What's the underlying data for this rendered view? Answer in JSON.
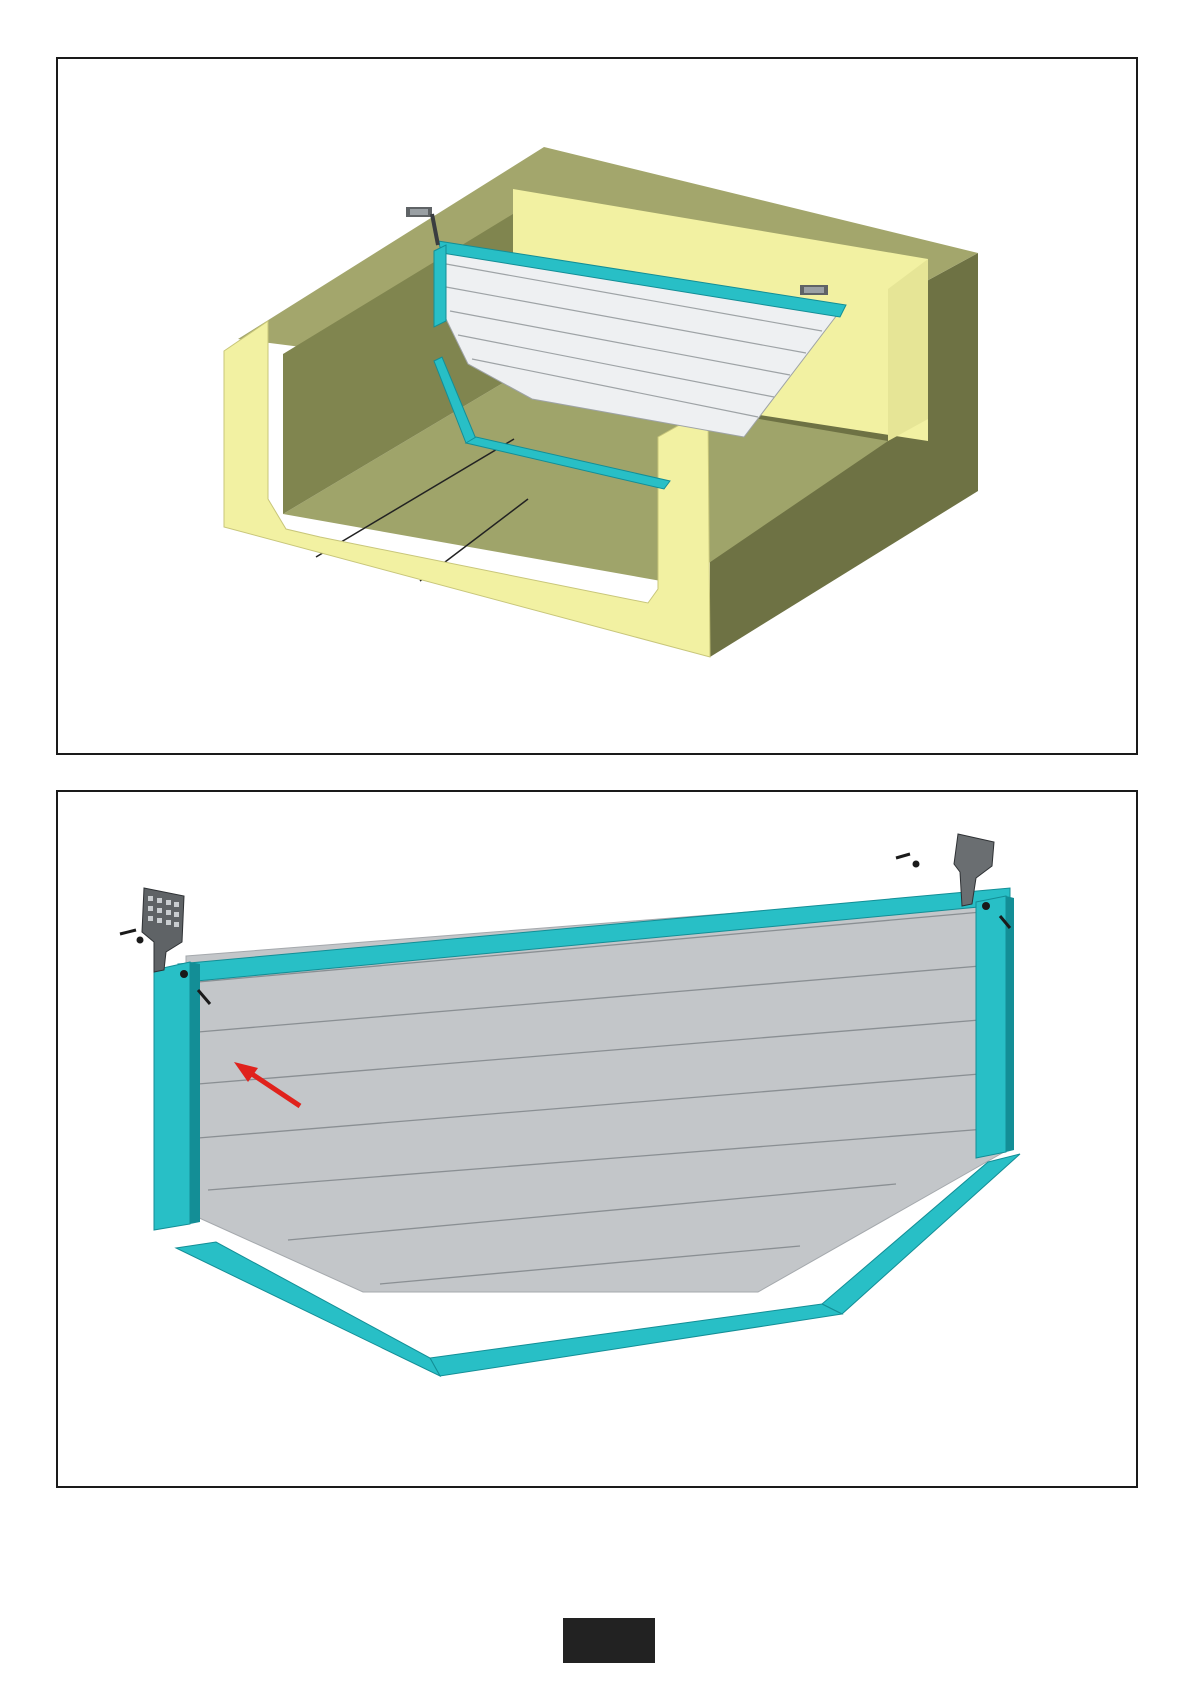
{
  "document": {
    "figures": [
      {
        "id": "pool-overview",
        "callouts": []
      },
      {
        "id": "wall-panel-detail",
        "callouts": [
          {
            "type": "arrow",
            "color": "#e0221c",
            "points_to": "corner-screw"
          }
        ]
      }
    ],
    "colors": {
      "frame_teal": "#28bfc6",
      "frame_teal_dark": "#138e96",
      "panel_grey": "#c3c6c9",
      "panel_light": "#eef0f2",
      "concrete_light": "#f2f1a2",
      "concrete_olive": "#a3a66c",
      "concrete_dark": "#6e7244",
      "bracket_grey": "#5f6366",
      "arrow_red": "#e0221c",
      "page_box": "#222222"
    },
    "icons": [
      "bracket-icon",
      "screw-icon",
      "arrow-icon"
    ],
    "page_number": ""
  }
}
